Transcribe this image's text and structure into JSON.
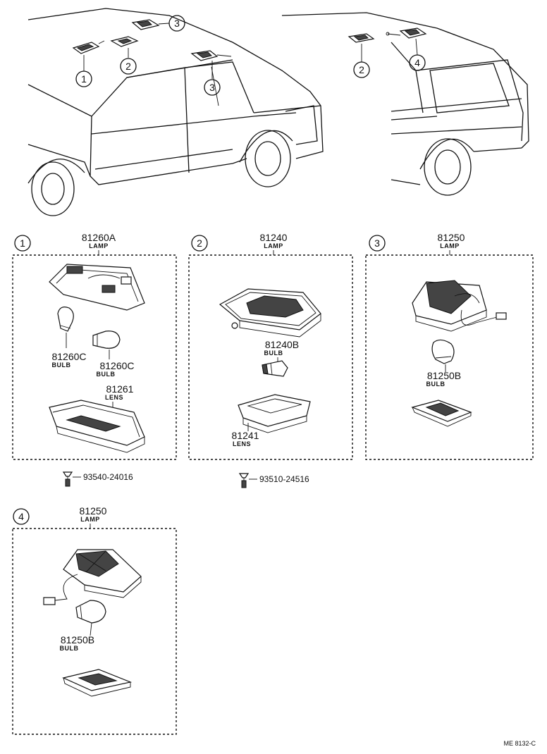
{
  "callouts": [
    "1",
    "2",
    "3",
    "4"
  ],
  "groups": [
    {
      "id": "1",
      "lamp_no": "81260A",
      "lamp_label": "LAMP",
      "parts": [
        {
          "no": "81260C",
          "label": "BULB"
        },
        {
          "no": "81260C",
          "label": "BULB"
        },
        {
          "no": "81261",
          "label": "LENS"
        }
      ]
    },
    {
      "id": "2",
      "lamp_no": "81240",
      "lamp_label": "LAMP",
      "parts": [
        {
          "no": "81240B",
          "label": "BULB"
        },
        {
          "no": "81241",
          "label": "LENS"
        }
      ]
    },
    {
      "id": "3",
      "lamp_no": "81250",
      "lamp_label": "LAMP",
      "parts": [
        {
          "no": "81250B",
          "label": "BULB"
        }
      ]
    },
    {
      "id": "4",
      "lamp_no": "81250",
      "lamp_label": "LAMP",
      "parts": [
        {
          "no": "81250B",
          "label": "BULB"
        }
      ]
    }
  ],
  "screws": [
    "93540-24016",
    "93510-24516"
  ],
  "diagram_code": "ME 8132-C"
}
